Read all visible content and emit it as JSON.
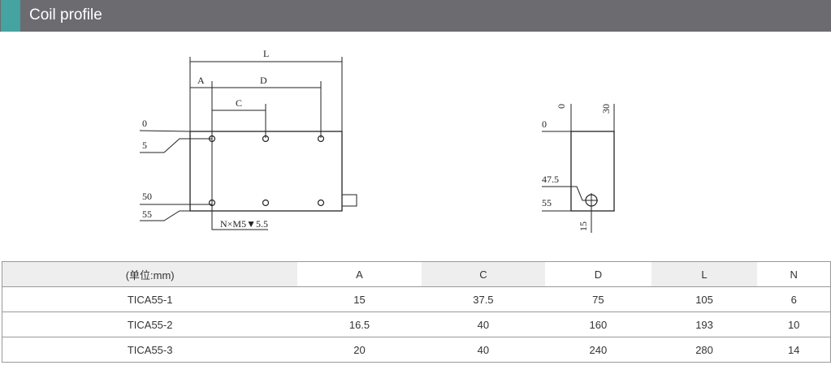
{
  "header": {
    "title": "Coil profile",
    "accent": "#45a3a2"
  },
  "drawing_front": {
    "L": "L",
    "A": "A",
    "D": "D",
    "C": "C",
    "y0": "0",
    "y5": "5",
    "y50": "50",
    "y55": "55",
    "hole_note": "N×M5▼5.5"
  },
  "drawing_side": {
    "x0": "0",
    "x30": "30",
    "y0": "0",
    "y47": "47.5",
    "y55": "55",
    "x15": "15"
  },
  "table": {
    "headers": [
      "(单位:mm)",
      "A",
      "C",
      "D",
      "L",
      "N"
    ],
    "rows": [
      [
        "TICA55-1",
        "15",
        "37.5",
        "75",
        "105",
        "6"
      ],
      [
        "TICA55-2",
        "16.5",
        "40",
        "160",
        "193",
        "10"
      ],
      [
        "TICA55-3",
        "20",
        "40",
        "240",
        "280",
        "14"
      ]
    ]
  }
}
